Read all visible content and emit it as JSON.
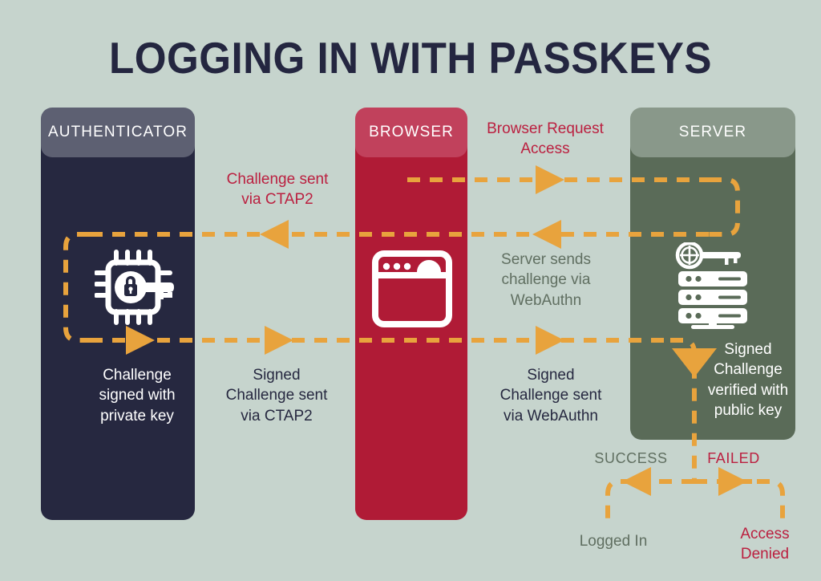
{
  "page": {
    "title": "LOGGING IN WITH PASSKEYS",
    "background_color": "#c6d4cd"
  },
  "colors": {
    "background": "#c6d4cd",
    "navy": "#262840",
    "navy_header": "#5d6072",
    "crimson": "#b01b36",
    "crimson_header": "#c1415c",
    "green": "#5a6b58",
    "green_header": "#89988a",
    "orange_arrow": "#e8a33d",
    "red_text": "#bb2040",
    "sage_text": "#606f61",
    "white_text": "#ffffff"
  },
  "columns": [
    {
      "id": "authenticator",
      "header": "AUTHENTICATOR",
      "icon": "chip-key-lock-icon"
    },
    {
      "id": "browser",
      "header": "BROWSER",
      "icon": "browser-window-icon"
    },
    {
      "id": "server",
      "header": "SERVER",
      "icon": "server-rack-globe-key-icon"
    }
  ],
  "labels": {
    "browser_request": "Browser Request\nAccess",
    "challenge_ctap2": "Challenge sent\nvia CTAP2",
    "server_sends": "Server sends\nchallenge via\nWebAuthn",
    "auth_signed": "Challenge\nsigned with\nprivate key",
    "signed_ctap2": "Signed\nChallenge sent\nvia CTAP2",
    "signed_webauthn": "Signed\nChallenge sent\nvia WebAuthn",
    "server_verified": "Signed\nChallenge\nverified with\npublic key",
    "success": "SUCCESS",
    "failed": "FAILED",
    "logged_in": "Logged In",
    "access_denied": "Access\nDenied"
  },
  "flow_steps": [
    {
      "order": 1,
      "from": "browser",
      "to": "server",
      "label": "Browser Request Access",
      "direction": "right"
    },
    {
      "order": 2,
      "from": "server",
      "to": "authenticator",
      "label": "Server sends challenge via WebAuthn / Challenge sent via CTAP2",
      "direction": "left"
    },
    {
      "order": 3,
      "from": "authenticator",
      "to": "server",
      "label": "Signed Challenge sent via CTAP2 / WebAuthn",
      "direction": "right"
    },
    {
      "order": 4,
      "from": "server",
      "to": "success",
      "label": "SUCCESS",
      "result": "Logged In"
    },
    {
      "order": 5,
      "from": "server",
      "to": "failed",
      "label": "FAILED",
      "result": "Access Denied"
    }
  ]
}
